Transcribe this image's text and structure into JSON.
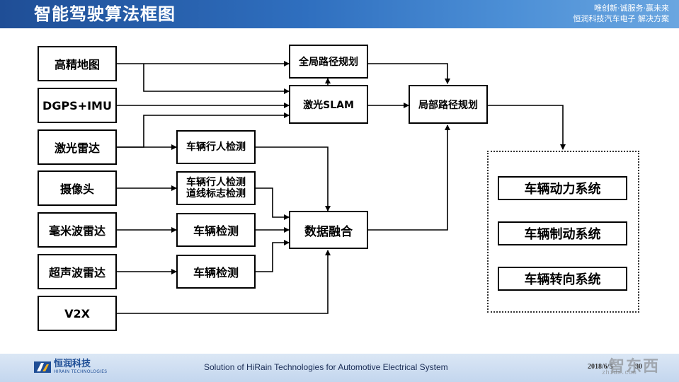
{
  "header": {
    "title": "智能驾驶算法框图",
    "slogan_line1": "唯创新·诚服务·赢未来",
    "slogan_line2": "恒润科技汽车电子 解决方案"
  },
  "diagram": {
    "sources": [
      "高精地图",
      "DGPS+IMU",
      "激光雷达",
      "摄像头",
      "毫米波雷达",
      "超声波雷达",
      "V2X"
    ],
    "detectors": {
      "lidar": "车辆行人检测",
      "camera_line1": "车辆行人检测",
      "camera_line2": "道线标志检测",
      "radar": "车辆检测",
      "ultrasonic": "车辆检测"
    },
    "global_planning": "全局路径规划",
    "slam": "激光SLAM",
    "local_planning": "局部路径规划",
    "fusion": "数据融合",
    "systems": [
      "车辆动力系统",
      "车辆制动系统",
      "车辆转向系统"
    ]
  },
  "footer": {
    "company": "恒润科技",
    "company_en": "HIRAIN TECHNOLOGIES",
    "text": "Solution of HiRain Technologies for Automotive Electrical System",
    "date": "2018/6/5",
    "page": "30"
  },
  "watermark": {
    "brand": "智东西",
    "url": "zhidx.com"
  }
}
